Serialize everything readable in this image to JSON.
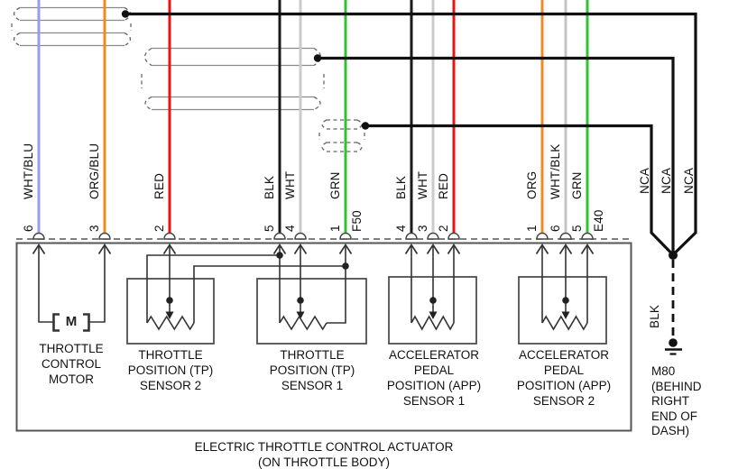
{
  "diagram": {
    "caption_line1": "ELECTRIC THROTTLE CONTROL ACTUATOR",
    "caption_line2": "(ON THROTTLE BODY)",
    "wires": [
      {
        "label": "WHT/BLU",
        "pin": "6",
        "color": "#9a9aec"
      },
      {
        "label": "ORG/BLU",
        "pin": "3",
        "color": "#f08a20"
      },
      {
        "label": "RED",
        "pin": "2",
        "color": "#ee1111"
      },
      {
        "label": "BLK",
        "pin": "5",
        "color": "#1a1a1a"
      },
      {
        "label": "WHT",
        "pin": "4",
        "color": "#cbcbcb"
      },
      {
        "label": "GRN",
        "pin": "1",
        "color": "#2ec42e",
        "connector": "F50"
      },
      {
        "label": "BLK",
        "pin": "4",
        "color": "#1a1a1a"
      },
      {
        "label": "WHT",
        "pin": "3",
        "color": "#cbcbcb"
      },
      {
        "label": "RED",
        "pin": "2",
        "color": "#ee1111"
      },
      {
        "label": "ORG",
        "pin": "1",
        "color": "#f08a20"
      },
      {
        "label": "WHT/BLK",
        "pin": "6",
        "color": "#c4c4c4"
      },
      {
        "label": "GRN",
        "pin": "5",
        "color": "#2ec42e",
        "connector": "E40"
      }
    ],
    "nca_labels": [
      "NCA",
      "NCA",
      "NCA"
    ],
    "ground": {
      "wire_label": "BLK",
      "name": "M80",
      "location": [
        "(BEHIND",
        "RIGHT",
        "END OF",
        "DASH)"
      ]
    },
    "components": {
      "motor": {
        "symbol": "M",
        "lines": [
          "THROTTLE",
          "CONTROL",
          "MOTOR"
        ]
      },
      "tp2": {
        "lines": [
          "THROTTLE",
          "POSITION (TP)",
          "SENSOR 2"
        ]
      },
      "tp1": {
        "lines": [
          "THROTTLE",
          "POSITION (TP)",
          "SENSOR 1"
        ]
      },
      "app1": {
        "lines": [
          "ACCELERATOR",
          "PEDAL",
          "POSITION (APP)",
          "SENSOR 1"
        ]
      },
      "app2": {
        "lines": [
          "ACCELERATOR",
          "PEDAL",
          "POSITION (APP)",
          "SENSOR 2"
        ]
      }
    }
  }
}
